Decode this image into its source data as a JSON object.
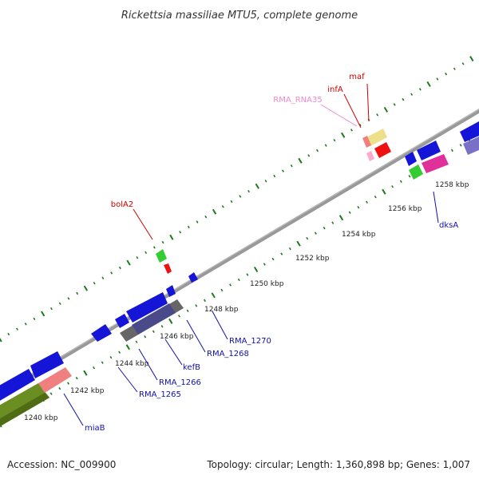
{
  "title": "Rickettsia massiliae MTU5, complete genome",
  "footer": {
    "accession": "Accession: NC_009900",
    "summary": "Topology: circular; Length: 1,360,898 bp; Genes: 1,007"
  },
  "colors": {
    "backbone": "#8c8c8c",
    "tick": "#1f7a1f",
    "forward_label": "#cc0000",
    "reverse_label": "#1010aa",
    "rna_label": "#ee88cc"
  },
  "scale": {
    "unit": "kbp",
    "ticks": [
      "1240 kbp",
      "1242 kbp",
      "1244 kbp",
      "1246 kbp",
      "1248 kbp",
      "1250 kbp",
      "1252 kbp",
      "1254 kbp",
      "1256 kbp",
      "1258 kbp"
    ]
  },
  "gene_labels": {
    "forward": [
      "maf",
      "infA",
      "RMA_RNA35",
      "bolA2"
    ],
    "reverse": [
      "RMA_1270",
      "RMA_1268",
      "kefB",
      "RMA_1266",
      "RMA_1265",
      "miaB",
      "dksA"
    ]
  }
}
